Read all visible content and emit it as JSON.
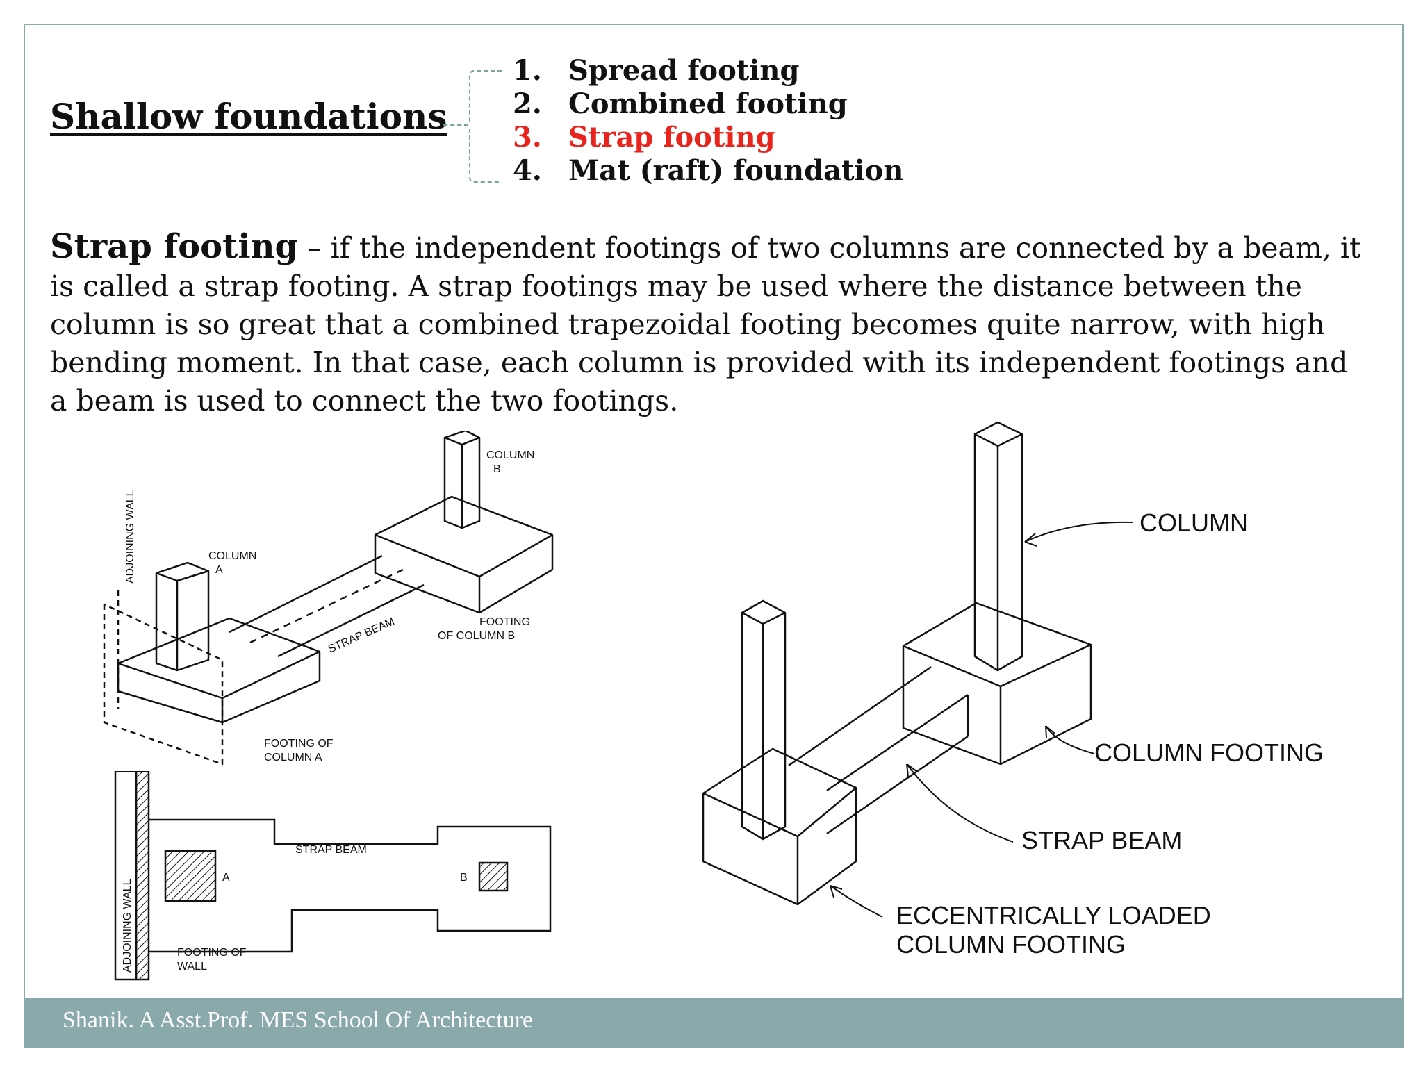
{
  "slide": {
    "title": "Shallow foundations",
    "types": [
      {
        "num": "1.",
        "label": "Spread footing"
      },
      {
        "num": "2.",
        "label": "Combined footing"
      },
      {
        "num": "3.",
        "label": "Strap footing"
      },
      {
        "num": "4.",
        "label": "Mat (raft) foundation"
      }
    ],
    "highlight_color": "#e8241d",
    "description": {
      "term": "Strap footing",
      "text": " – if the independent footings of two columns are connected by a beam, it is called a strap footing. A strap footings may be used where the distance between the column is so great that a combined trapezoidal footing becomes quite narrow, with high bending moment. In that case, each column is provided with its independent footings and a beam is used to connect the two footings."
    }
  },
  "sketch_iso": {
    "column_b": [
      "COLUMN",
      "B"
    ],
    "column_a": [
      "COLUMN",
      "A"
    ],
    "adjoining_wall": "ADJOINING WALL",
    "strap_beam": "STRAP BEAM",
    "footing_b": [
      "FOOTING",
      "OF COLUMN B"
    ],
    "footing_a": [
      "FOOTING OF",
      "COLUMN A"
    ]
  },
  "sketch_plan": {
    "adjoining_wall": "ADJOINING WALL",
    "strap_beam": "STRAP BEAM",
    "col_a": "A",
    "col_b": "B",
    "footing_wall": [
      "FOOTING OF",
      "WALL"
    ]
  },
  "diagram_right": {
    "column": "COLUMN",
    "column_footing": "COLUMN FOOTING",
    "strap_beam": "STRAP BEAM",
    "eccentric": [
      "ECCENTRICALLY LOADED",
      "COLUMN FOOTING"
    ]
  },
  "footer": {
    "text": "Shanik. A Asst.Prof. MES School Of Architecture",
    "color": "#8aa9aa"
  }
}
